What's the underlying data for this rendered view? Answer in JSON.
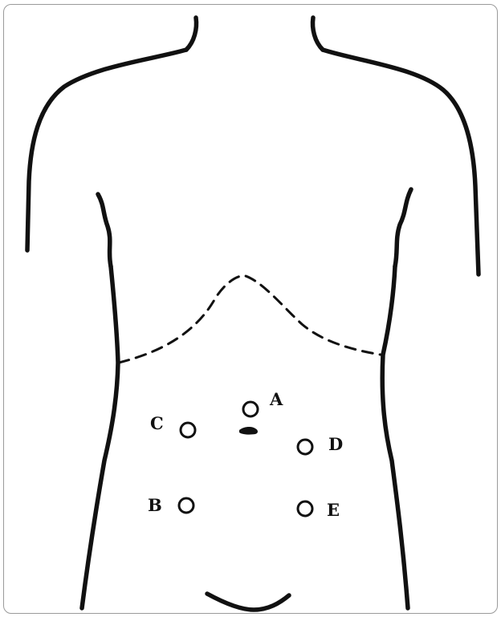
{
  "diagram": {
    "colors": {
      "line": "#111111",
      "frame": "#9a9a9a",
      "background": "#ffffff"
    },
    "ports": [
      {
        "id": "A",
        "label": "A"
      },
      {
        "id": "B",
        "label": "B"
      },
      {
        "id": "C",
        "label": "C"
      },
      {
        "id": "D",
        "label": "D"
      },
      {
        "id": "E",
        "label": "E"
      }
    ],
    "landmarks": [
      "costal-margin-dashed",
      "umbilicus",
      "torso-outline"
    ]
  }
}
